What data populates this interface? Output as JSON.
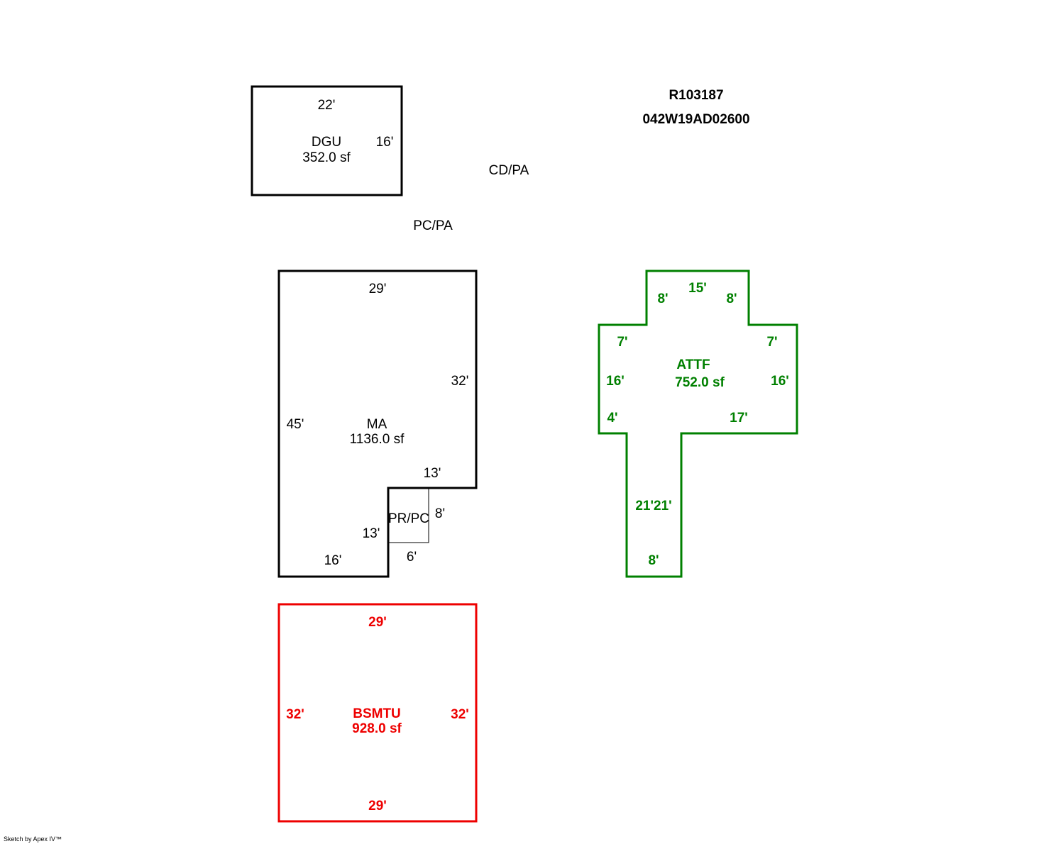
{
  "header": {
    "parcel_id": "R103187",
    "map_tax_lot": "042W19AD02600"
  },
  "colors": {
    "default": "#000000",
    "attf": "#008000",
    "bsmtu": "#ee0000"
  },
  "annotations": {
    "cd_pa": "CD/PA",
    "pc_pa": "PC/PA"
  },
  "dgu": {
    "name": "DGU",
    "area": "352.0 sf",
    "dims": {
      "top": "22'",
      "right": "16'"
    }
  },
  "ma": {
    "name": "MA",
    "area": "1136.0 sf",
    "dims": {
      "top": "29'",
      "right": "32'",
      "left": "45'",
      "step_top": "13'",
      "step_side": "13'",
      "bottom": "16'"
    }
  },
  "pr_pc": {
    "name": "PR/PC",
    "dims": {
      "right": "8'",
      "bottom": "6'"
    }
  },
  "attf": {
    "name": "ATTF",
    "area": "752.0 sf",
    "dims": {
      "top": "15'",
      "top_left_side": "8'",
      "top_right_side": "8'",
      "shoulder_left": "7'",
      "shoulder_right": "7'",
      "left": "16'",
      "right": "16'",
      "bottom_left": "4'",
      "bottom_right": "17'",
      "stem": "21'21'",
      "stem_bottom": "8'"
    }
  },
  "bsmtu": {
    "name": "BSMTU",
    "area": "928.0 sf",
    "dims": {
      "top": "29'",
      "left": "32'",
      "right": "32'",
      "bottom": "29'"
    }
  },
  "footer": {
    "credit": "Sketch by Apex IV™"
  }
}
